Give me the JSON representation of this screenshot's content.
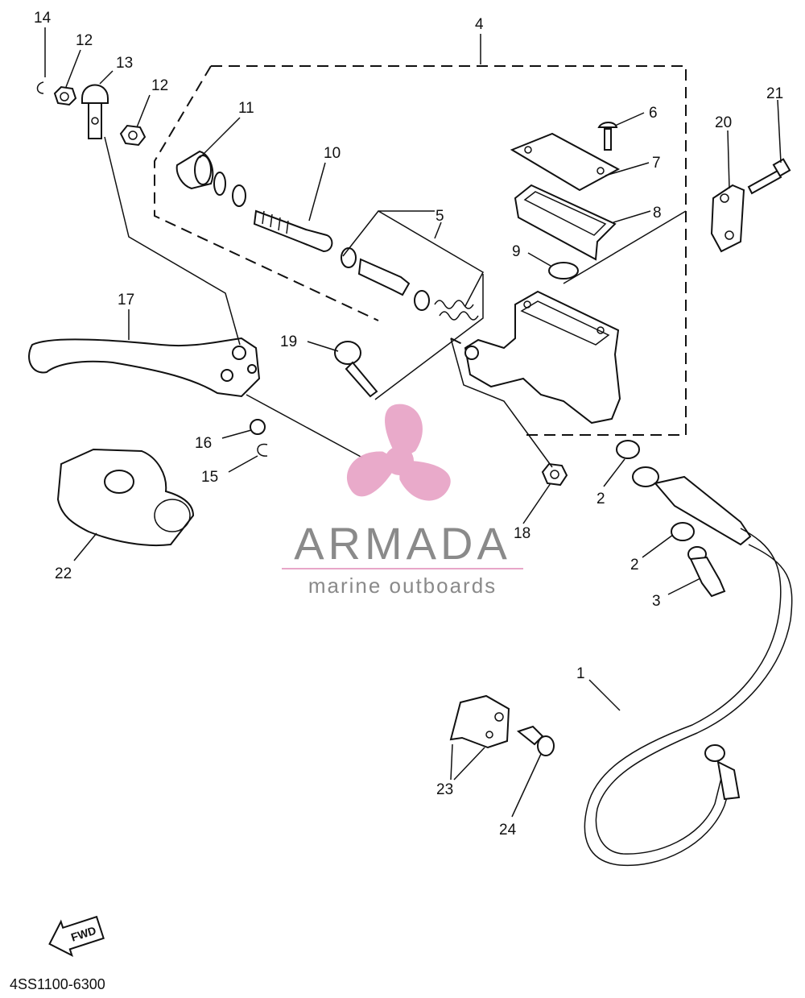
{
  "diagram": {
    "callouts": {
      "c1": "1",
      "c2a": "2",
      "c2b": "2",
      "c3": "3",
      "c4": "4",
      "c5": "5",
      "c6": "6",
      "c7": "7",
      "c8": "8",
      "c9": "9",
      "c10": "10",
      "c11": "11",
      "c12a": "12",
      "c12b": "12",
      "c13": "13",
      "c14": "14",
      "c15": "15",
      "c16": "16",
      "c17": "17",
      "c18": "18",
      "c19": "19",
      "c20": "20",
      "c21": "21",
      "c22": "22",
      "c23": "23",
      "c24": "24"
    },
    "fwd_label": "FWD",
    "diagram_code": "4SS1100-6300"
  },
  "watermark": {
    "brand": "ARMADA",
    "tagline": "marine outboards",
    "logo_color": "#e8a6c8"
  }
}
